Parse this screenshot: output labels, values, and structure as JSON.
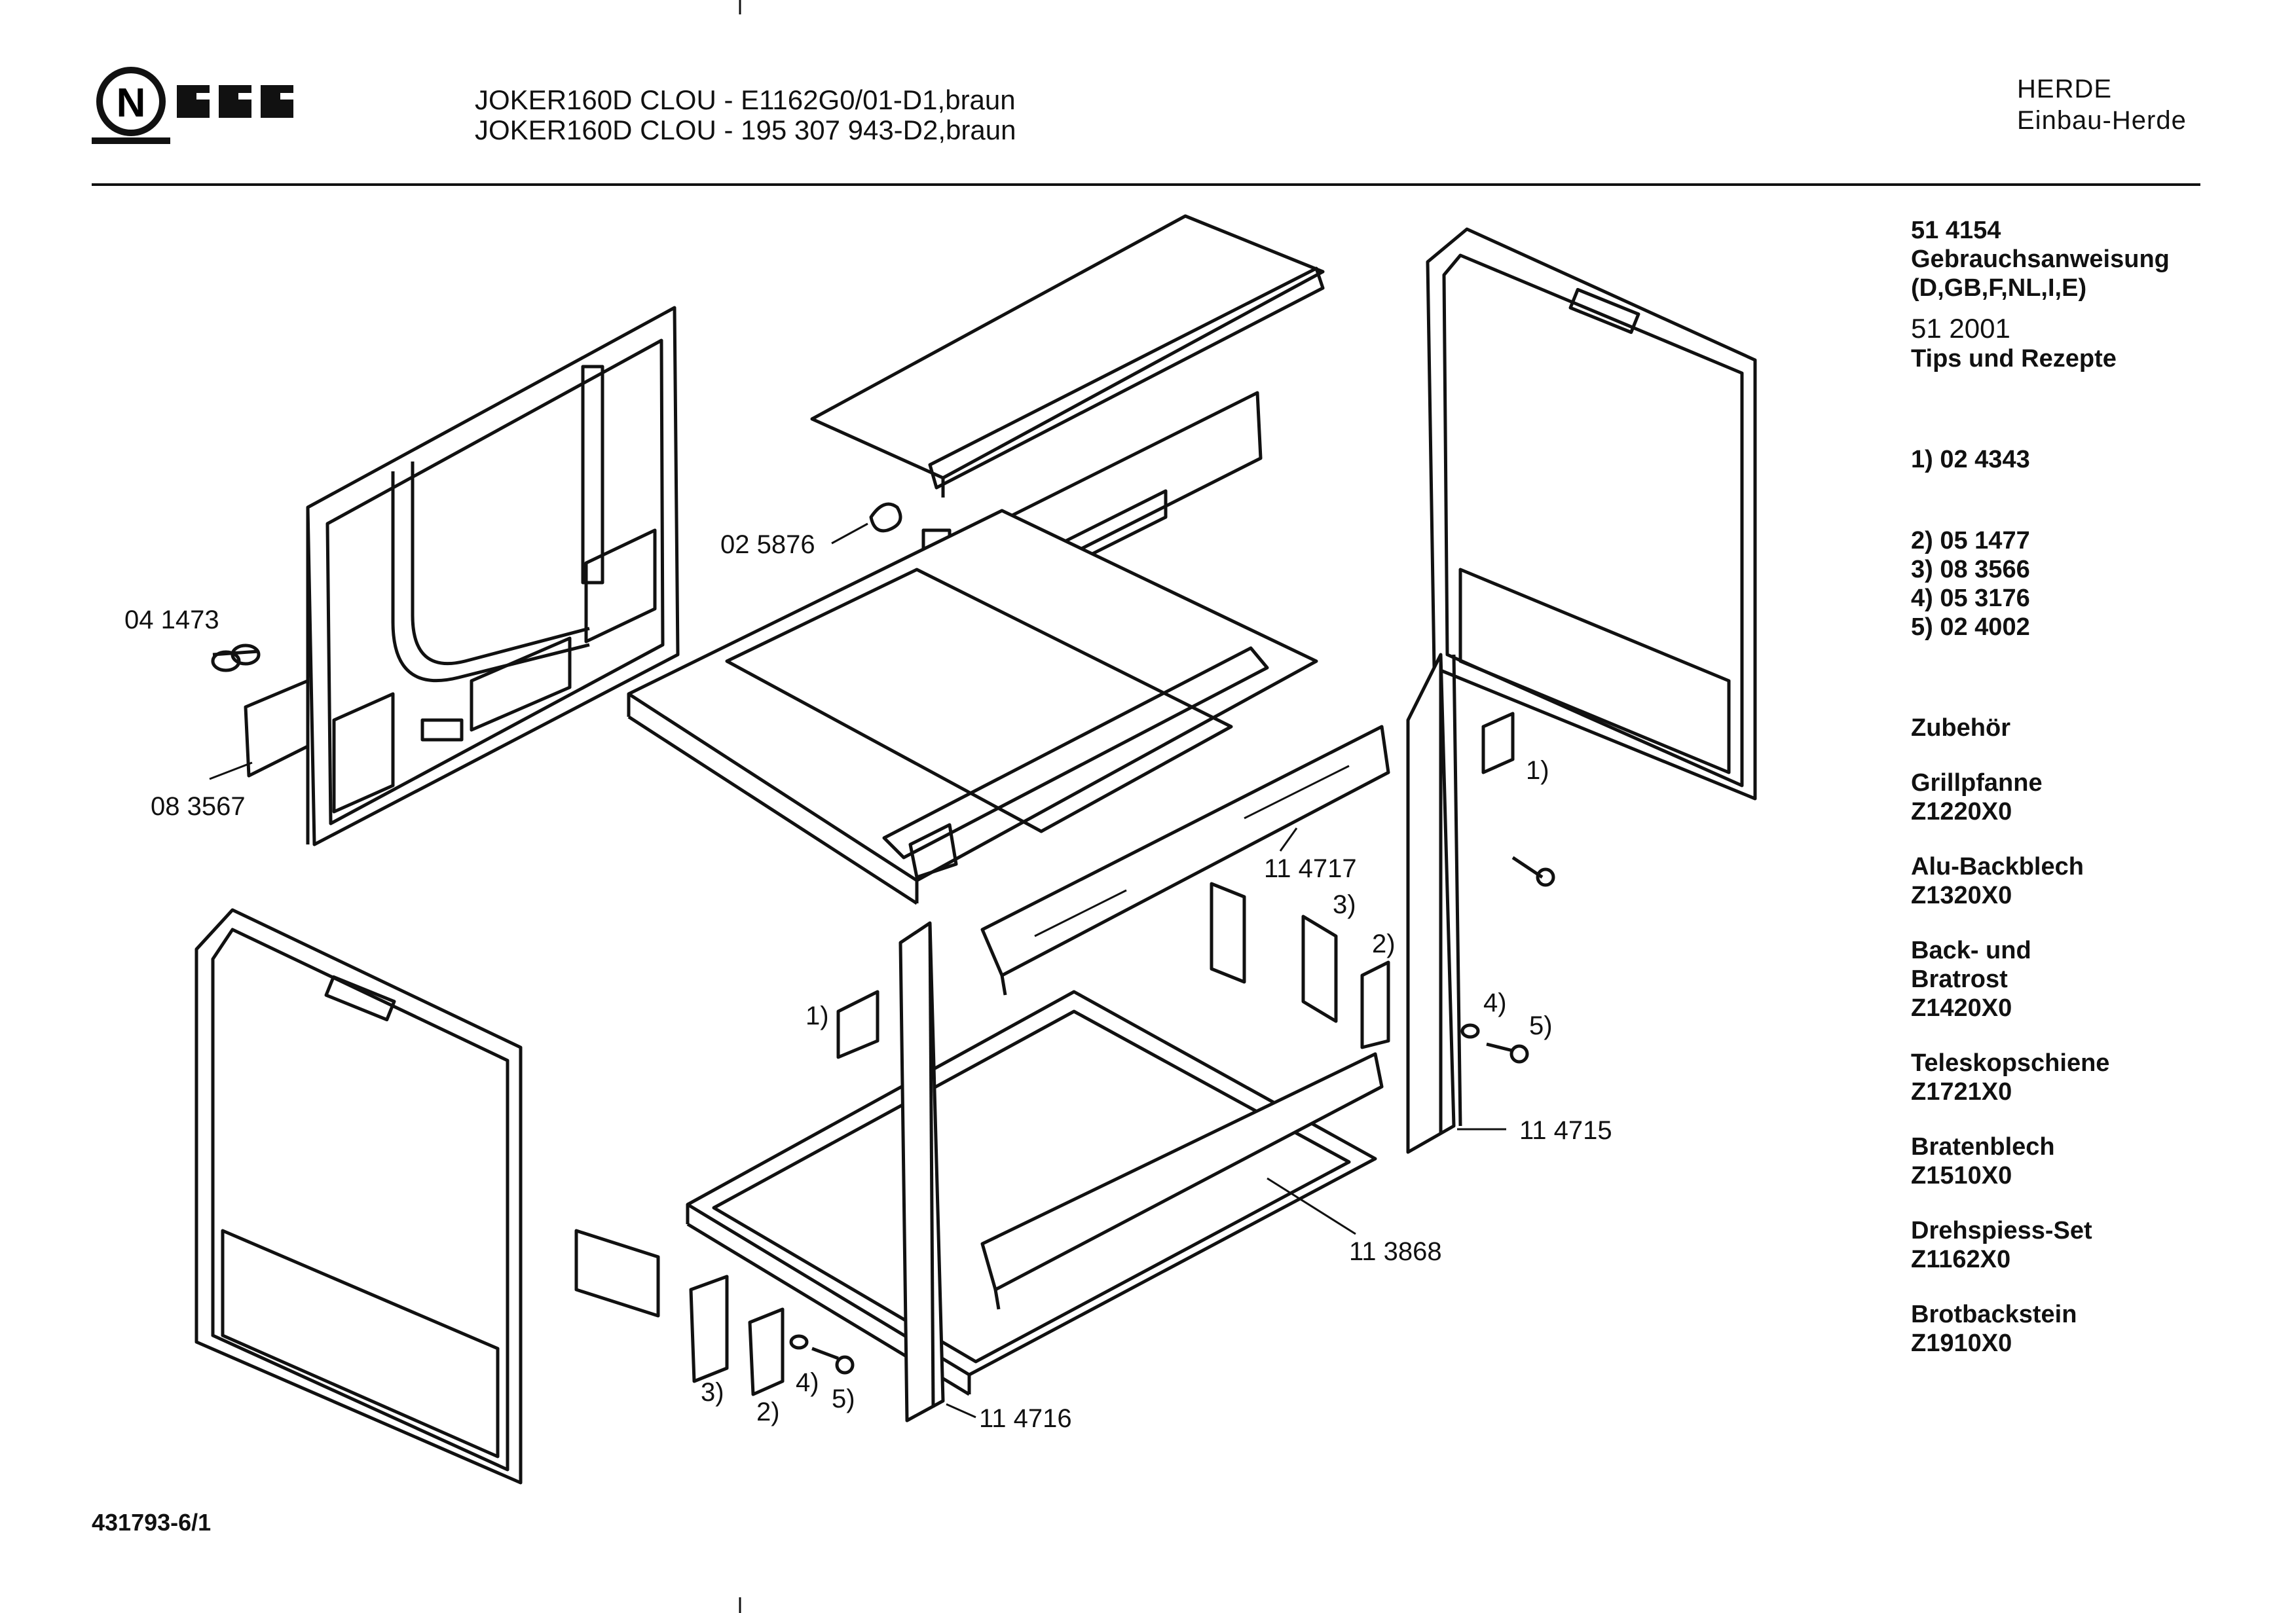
{
  "brand": "NEFF",
  "header": {
    "line1": "JOKER160D CLOU - E1162G0/01-D1,braun",
    "line2": "JOKER160D CLOU - 195 307 943-D2,braun",
    "category": "HERDE",
    "subcategory": "Einbau-Herde"
  },
  "sidebar": {
    "manual_no": "51 4154",
    "manual_label": "Gebrauchsanweisung",
    "manual_langs": "(D,GB,F,NL,I,E)",
    "tips_no": "51 2001",
    "tips_label": "Tips und Rezepte",
    "footnotes": [
      "1)  02 4343",
      "2) 05 1477",
      "3) 08 3566",
      "4) 05 3176",
      "5) 02 4002"
    ],
    "accessories_title": "Zubehör",
    "accessories": [
      {
        "name": "Grillpfanne",
        "code": "Z1220X0"
      },
      {
        "name": "Alu-Backblech",
        "code": "Z1320X0"
      },
      {
        "name": "Back- und\nBratrost",
        "code": "Z1420X0"
      },
      {
        "name": "Teleskopschiene",
        "code": "Z1721X0"
      },
      {
        "name": "Bratenblech",
        "code": "Z1510X0"
      },
      {
        "name": "Drehspiess-Set",
        "code": "Z1162X0"
      },
      {
        "name": "Brotbackstein",
        "code": "Z1910X0"
      }
    ]
  },
  "callouts": {
    "p025876": "02 5876",
    "p041473": "04 1473",
    "p083567": "08 3567",
    "p114717": "11 4717",
    "p114715": "11 4715",
    "p113868": "11 3868",
    "p114716": "11 4716",
    "r1a": "1)",
    "r3a": "3)",
    "r2a": "2)",
    "r4a": "4)",
    "r5a": "5)",
    "l1": "1)",
    "l3": "3)",
    "l2": "2)",
    "l4": "4)",
    "l5": "5)"
  },
  "footer": {
    "doc_number": "431793-6/1"
  }
}
